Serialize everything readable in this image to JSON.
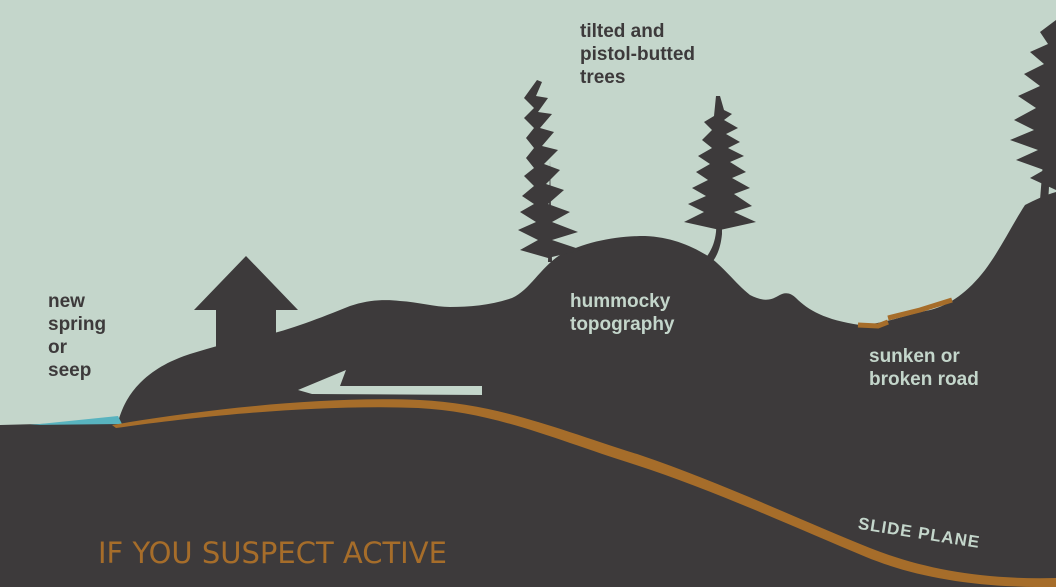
{
  "labels": {
    "spring": "new\nspring\nor\nseep",
    "trees": "tilted and\npistol-butted\ntrees",
    "hummocky": "hummocky\ntopography",
    "road": "sunken or\nbroken road",
    "slide_plane": "SLIDE PLANE"
  },
  "heading": "IF YOU SUSPECT ACTIVE",
  "colors": {
    "sky": "#c4d6cb",
    "ground": "#3d3a3b",
    "slide_plane": "#a66d2a",
    "water": "#58b3bf",
    "heading": "#a66d2a"
  }
}
